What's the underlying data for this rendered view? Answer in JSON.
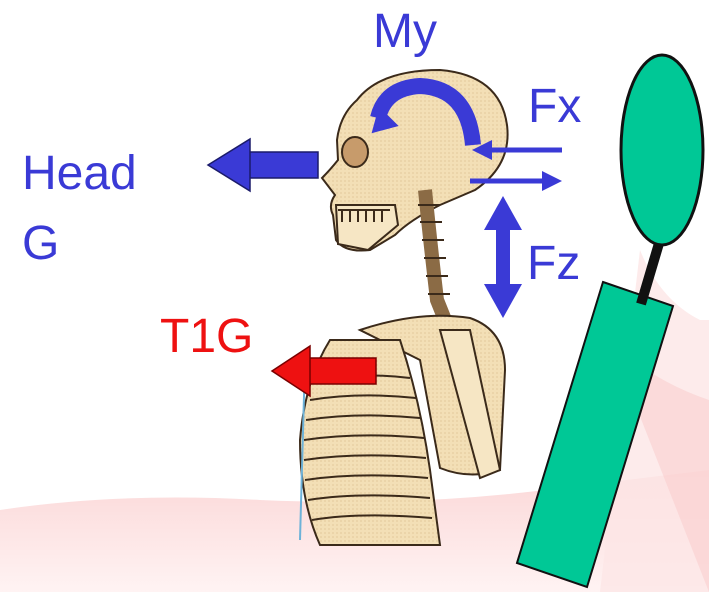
{
  "labels": {
    "my": "My",
    "fx": "Fx",
    "head": "Head",
    "g": "G",
    "fz": "Fz",
    "t1g": "T1G"
  },
  "colors": {
    "force_arrow": "#3a3ad6",
    "t1g_arrow": "#ee1111",
    "seat": "#00c896",
    "bone": "#f2ddb2",
    "bone_outline": "#3b2a1a",
    "background_band": "#fbd7d7"
  },
  "icons": {
    "skeleton": "skeleton-icon",
    "seat_headrest": "headrest-icon",
    "seat_back": "seatback-icon"
  }
}
